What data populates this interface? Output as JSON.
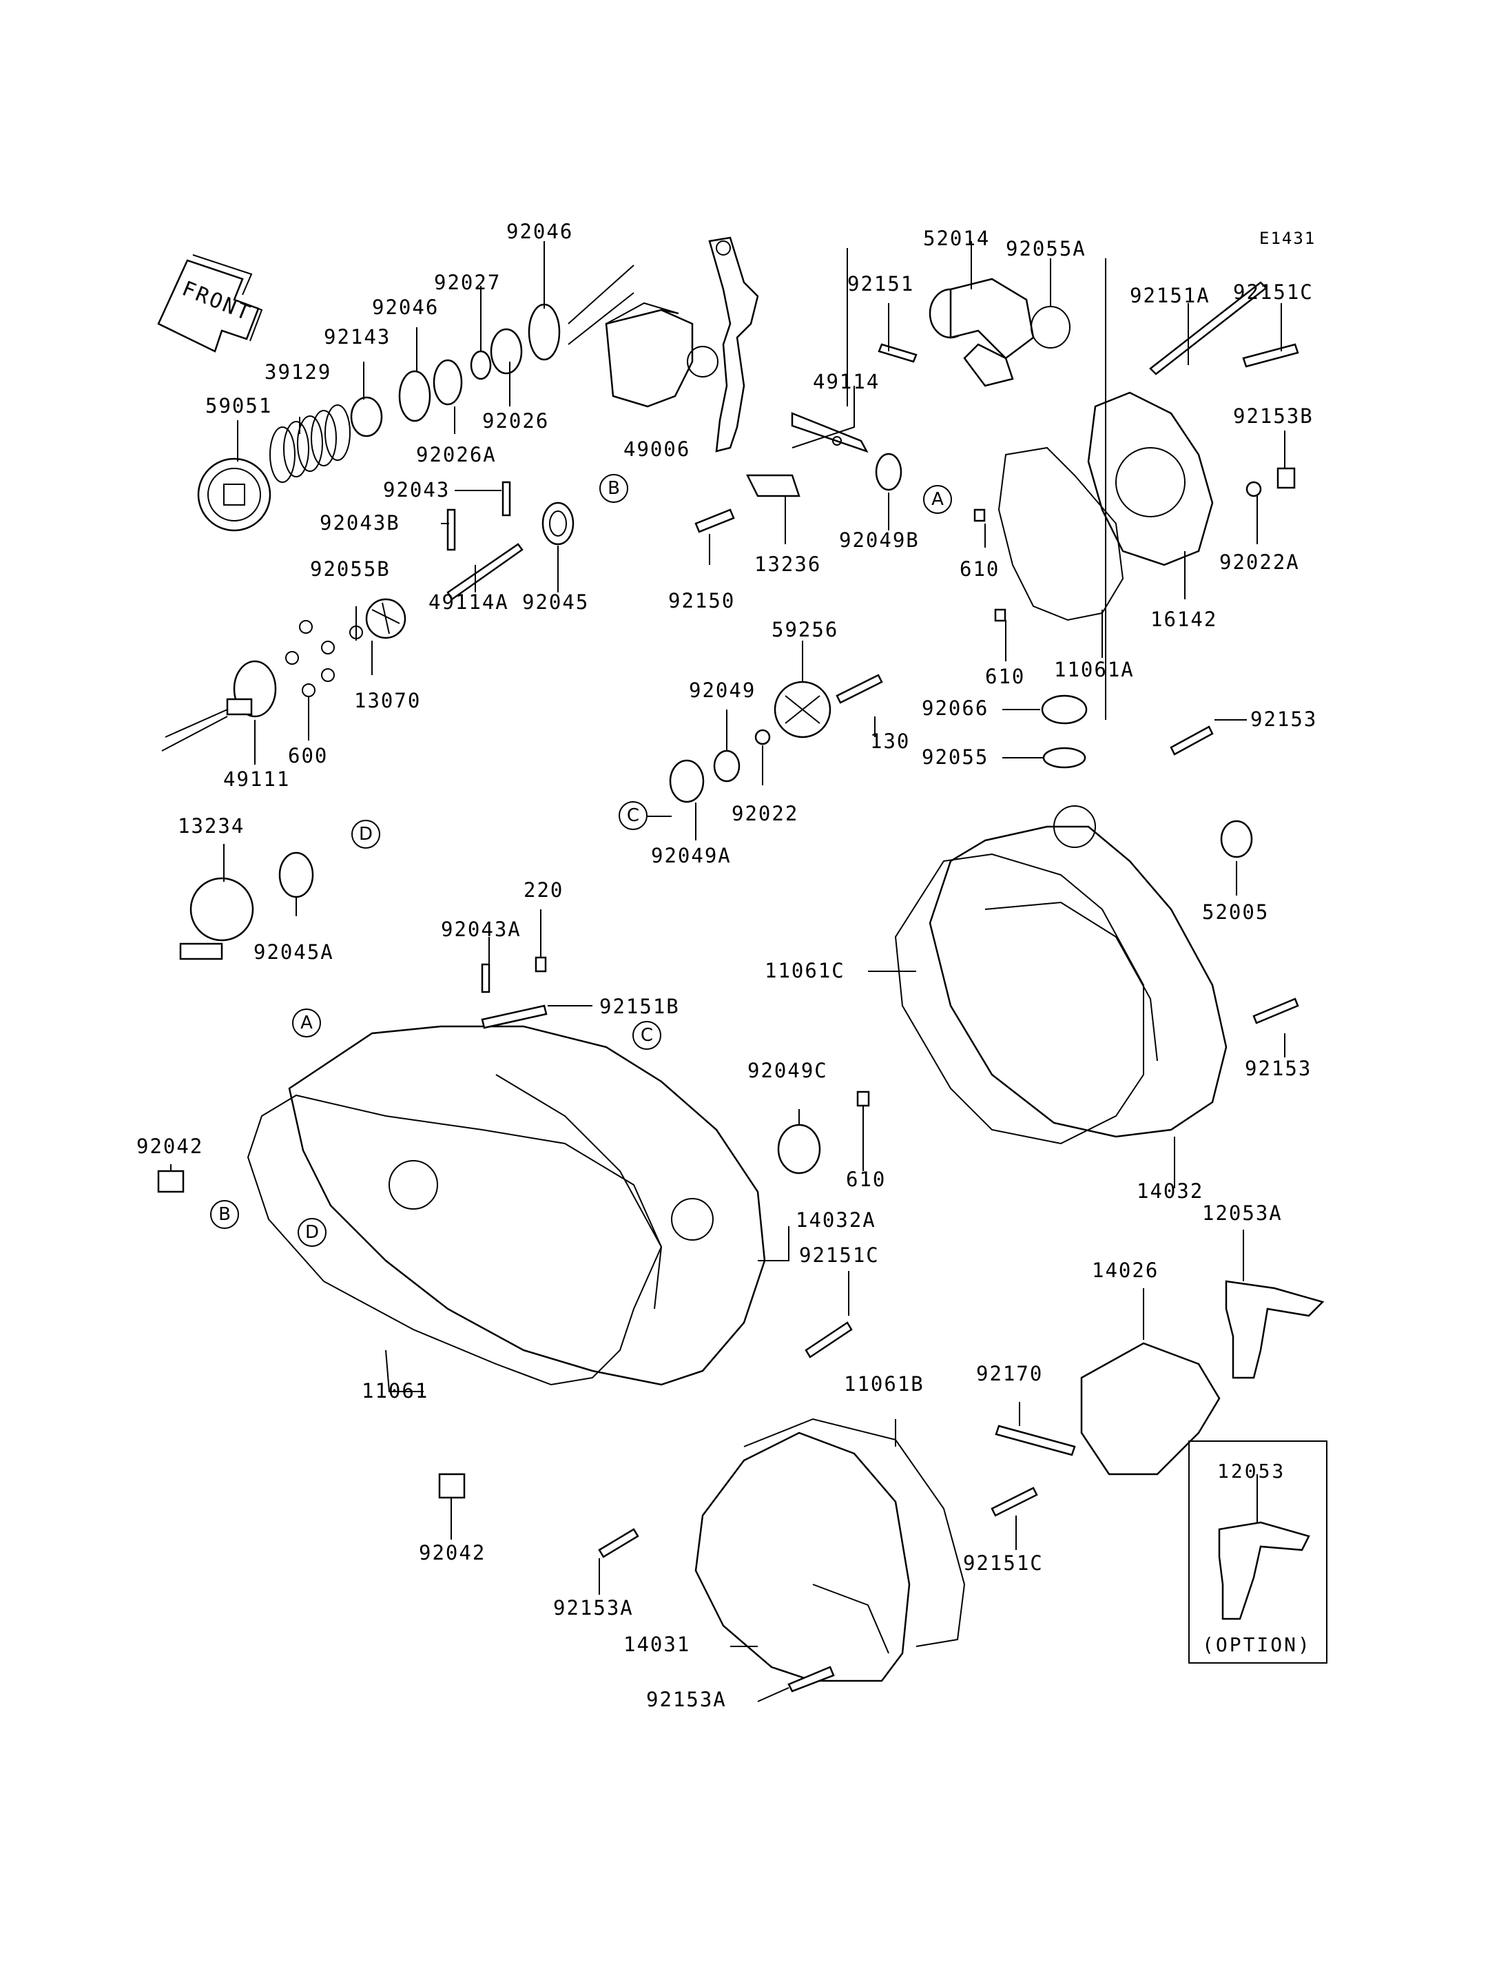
{
  "diagram_code": "E1431",
  "front_arrow_label": "FRONT",
  "option_box": {
    "part_number": "12053",
    "caption": "(OPTION)"
  },
  "ref_markers": {
    "A": "A",
    "B": "B",
    "C": "C",
    "D": "D"
  },
  "part_labels": [
    "92046",
    "92027",
    "92046",
    "92143",
    "39129",
    "59051",
    "92026",
    "92026A",
    "92043",
    "92043B",
    "49006",
    "52014",
    "92055A",
    "92151",
    "49114",
    "92151A",
    "92151C",
    "92153B",
    "92022A",
    "16142",
    "610",
    "610",
    "11061A",
    "13236",
    "92049B",
    "92150",
    "92045",
    "49114A",
    "92055B",
    "13070",
    "600",
    "49111",
    "59256",
    "92049",
    "130",
    "92022",
    "92049A",
    "92066",
    "92055",
    "92153",
    "13234",
    "92045A",
    "220",
    "92043A",
    "92151B",
    "52005",
    "11061C",
    "92153",
    "92049C",
    "610",
    "14032",
    "92042",
    "14032A",
    "92151C",
    "12053A",
    "14026",
    "11061",
    "11061B",
    "92170",
    "92042",
    "92151C",
    "92153A",
    "14031",
    "92153A"
  ]
}
